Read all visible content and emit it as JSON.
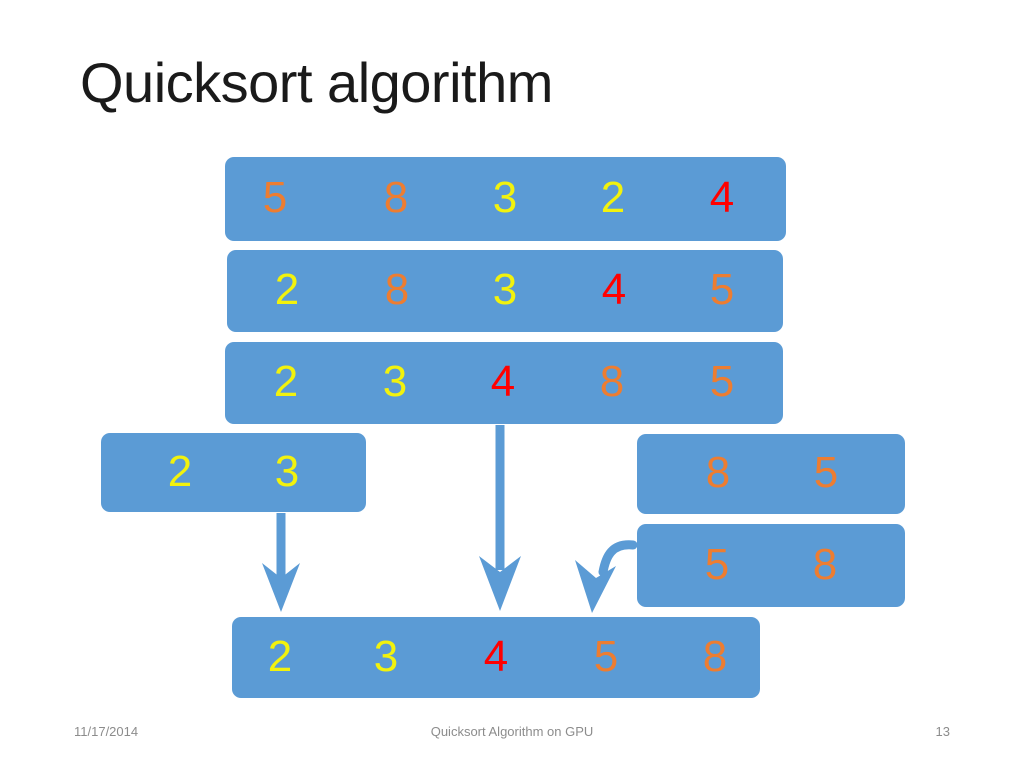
{
  "slide": {
    "title": "Quicksort algorithm",
    "background": "#ffffff"
  },
  "colors": {
    "box_blue": "#5B9BD5",
    "orange": "#ED7D31",
    "yellow": "#F2F20D",
    "red": "#FF0000",
    "title_text": "#1a1a1a",
    "footer_text": "#8c8c8c"
  },
  "rows": [
    {
      "id": "row-initial",
      "label": "initial-array",
      "values": [
        "5",
        "8",
        "3",
        "2",
        "4"
      ],
      "colors": [
        "orange",
        "orange",
        "yellow",
        "yellow",
        "red"
      ]
    },
    {
      "id": "row-step-1",
      "label": "partition-step-1",
      "values": [
        "2",
        "8",
        "3",
        "4",
        "5"
      ],
      "colors": [
        "yellow",
        "orange",
        "yellow",
        "red",
        "orange"
      ]
    },
    {
      "id": "row-step-2",
      "label": "partition-step-2",
      "values": [
        "2",
        "3",
        "4",
        "8",
        "5"
      ],
      "colors": [
        "yellow",
        "yellow",
        "red",
        "orange",
        "orange"
      ]
    }
  ],
  "left_subarray": {
    "id": "left-subarray",
    "label": "left-partition",
    "values": [
      "2",
      "3"
    ],
    "colors": [
      "yellow",
      "yellow"
    ]
  },
  "right_subarray_unsorted": {
    "id": "right-subarray-unsorted",
    "label": "right-partition-unsorted",
    "values": [
      "8",
      "5"
    ],
    "colors": [
      "orange",
      "orange"
    ]
  },
  "right_subarray_sorted": {
    "id": "right-subarray-sorted",
    "label": "right-partition-sorted",
    "values": [
      "5",
      "8"
    ],
    "colors": [
      "orange",
      "orange"
    ]
  },
  "result_row": {
    "id": "row-result",
    "label": "sorted-result",
    "values": [
      "2",
      "3",
      "4",
      "5",
      "8"
    ],
    "colors": [
      "yellow",
      "yellow",
      "red",
      "orange",
      "orange"
    ]
  },
  "arrows": [
    {
      "name": "arrow-left-merge",
      "style": "straight-down"
    },
    {
      "name": "arrow-pivot-merge",
      "style": "straight-down"
    },
    {
      "name": "arrow-right-merge",
      "style": "curved-down-left"
    }
  ],
  "footer": {
    "date": "11/17/2014",
    "center": "Quicksort Algorithm on GPU",
    "page_number": "13"
  }
}
